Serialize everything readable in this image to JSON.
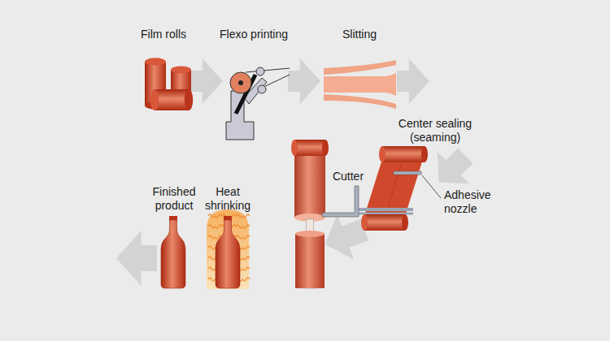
{
  "diagram": {
    "labels": [
      "Film rolls",
      "Flexo printing",
      "Slitting",
      "Center sealing (seaming)",
      "Cutter",
      "Adhesive nozzle",
      "Finished product",
      "Heat shrinking"
    ]
  }
}
